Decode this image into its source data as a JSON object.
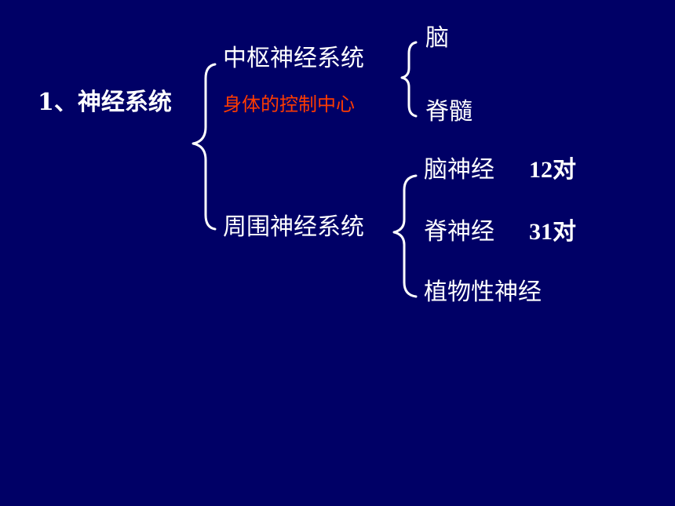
{
  "diagram": {
    "root": {
      "label": "1、神经系统"
    },
    "central": {
      "label": "中枢神经系统",
      "note": "身体的控制中心",
      "children": [
        {
          "label": "脑"
        },
        {
          "label": "脊髓"
        }
      ]
    },
    "peripheral": {
      "label": "周围神经系统",
      "children": [
        {
          "label": "脑神经",
          "count": "12对"
        },
        {
          "label": "脊神经",
          "count": "31对"
        },
        {
          "label": "植物性神经"
        }
      ]
    },
    "colors": {
      "background": "#000066",
      "text": "#ffffff",
      "note": "#ff3b00"
    }
  }
}
